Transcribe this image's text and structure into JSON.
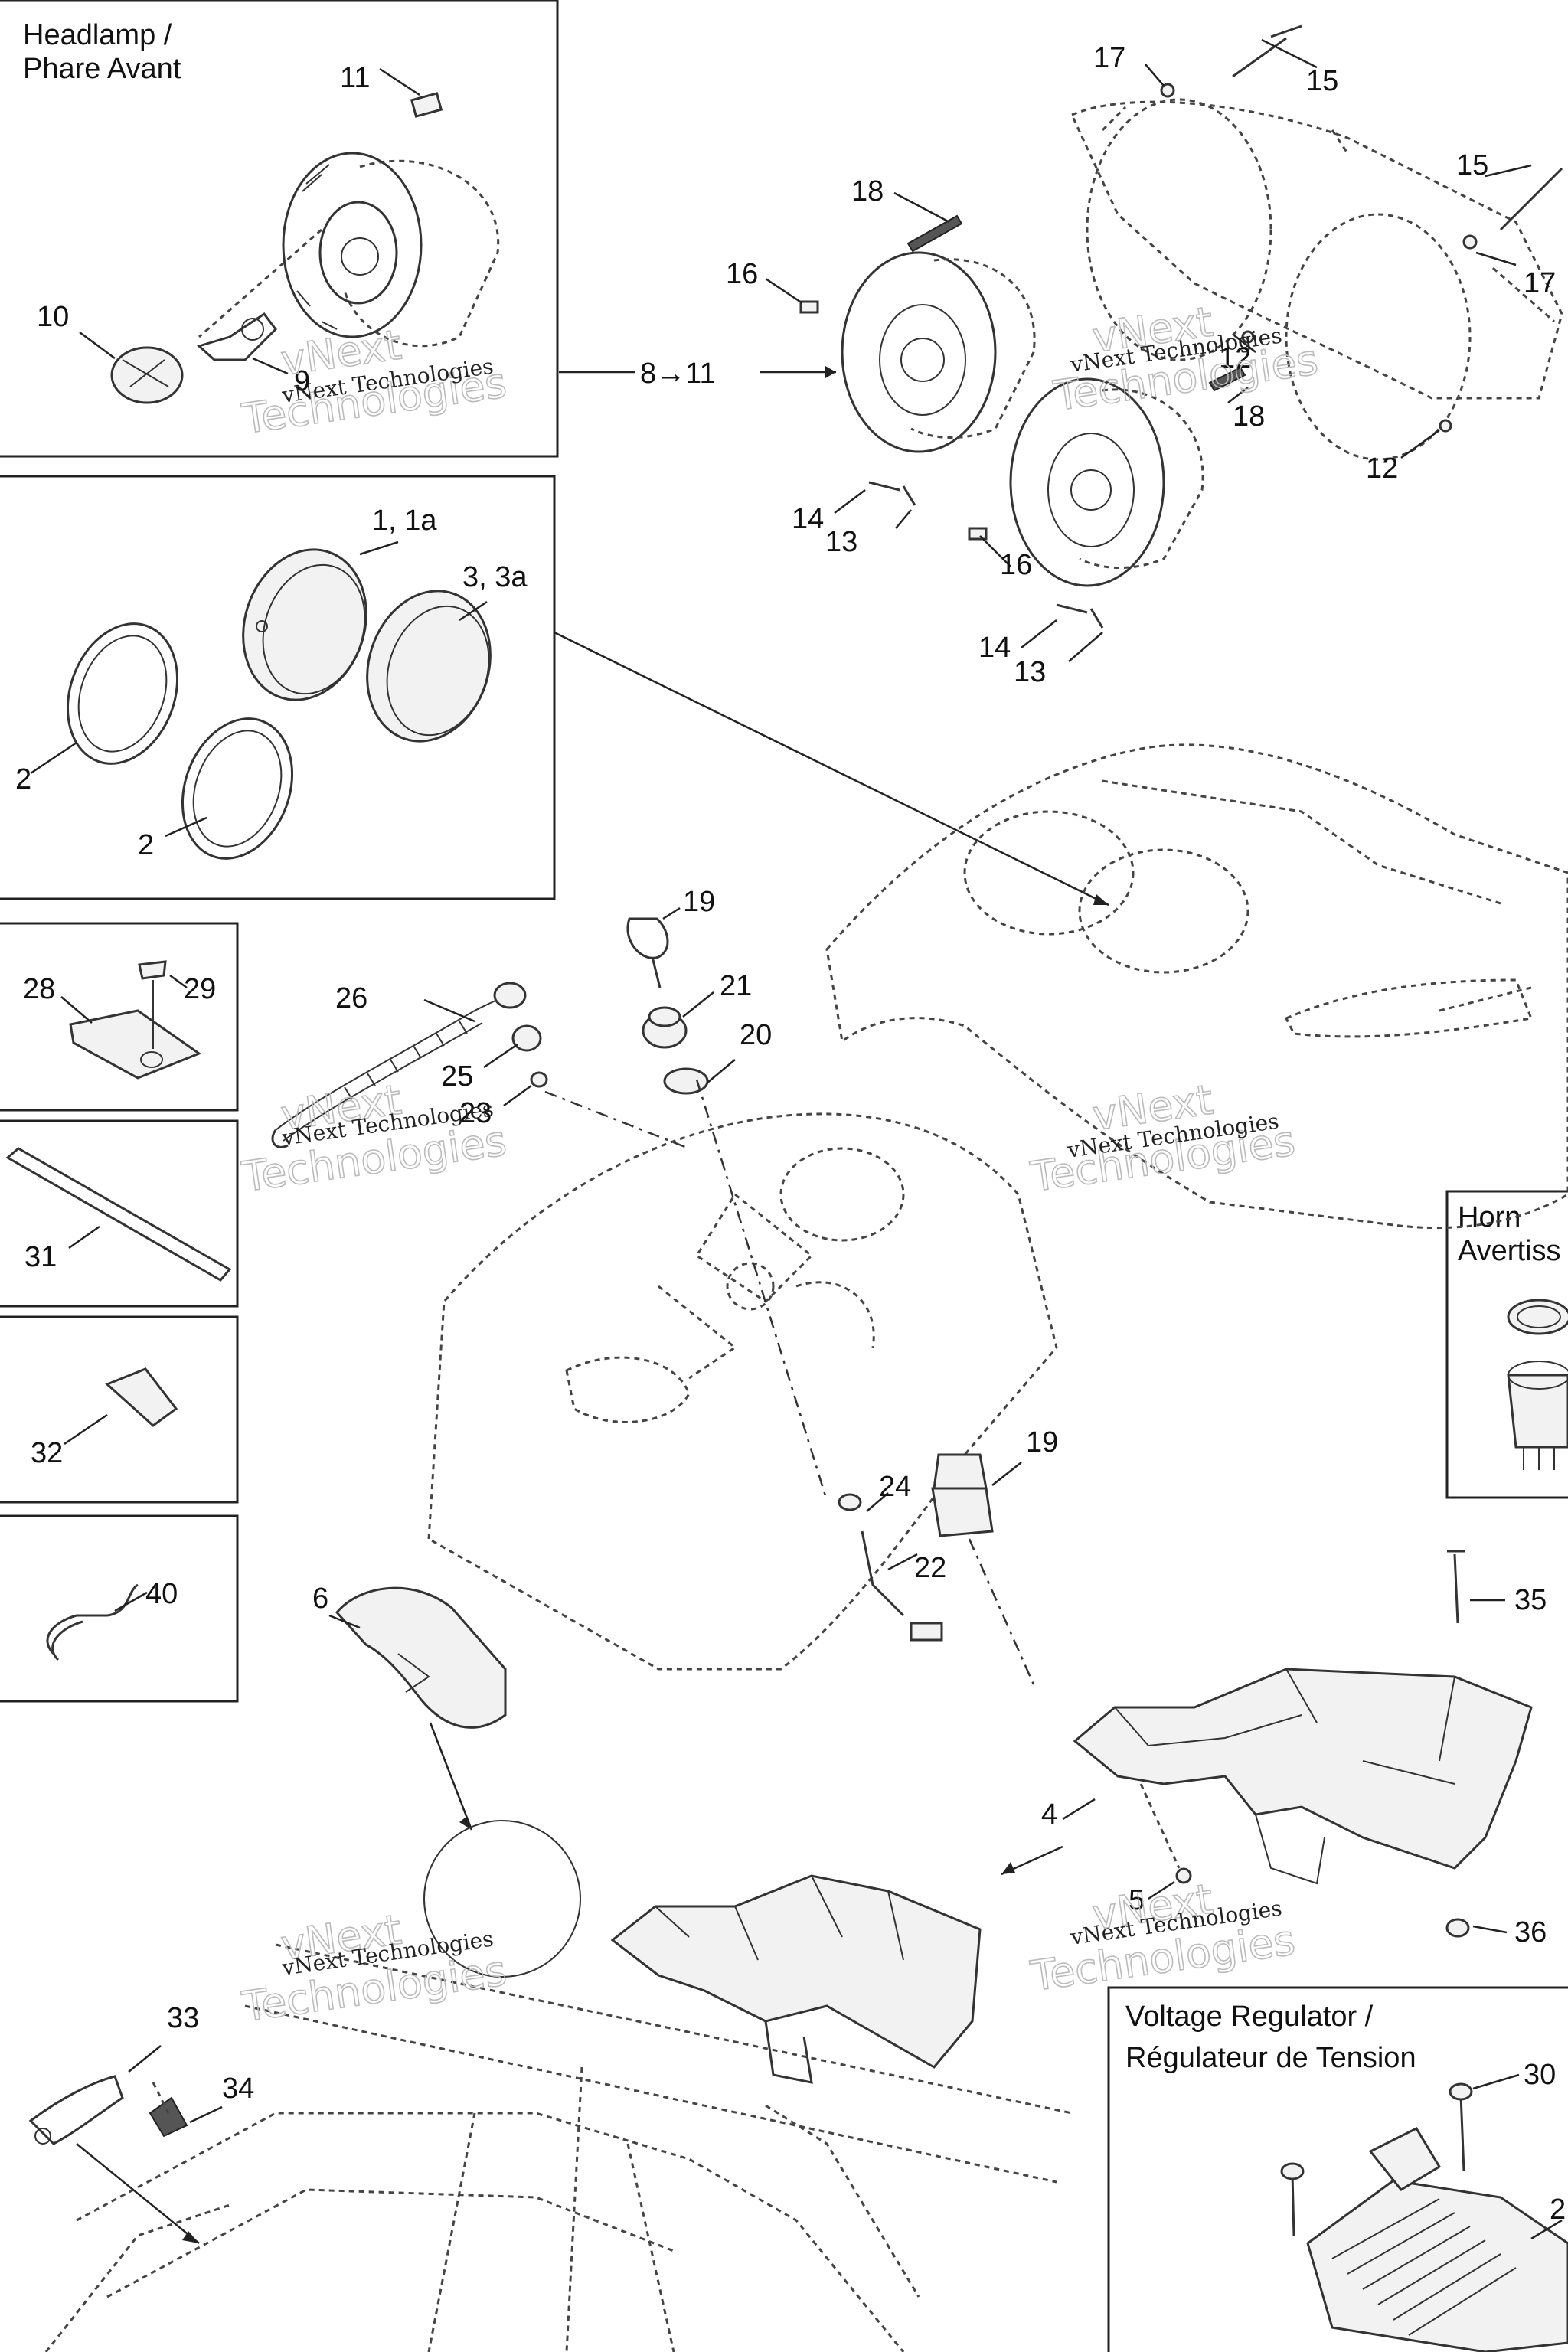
{
  "panels": {
    "headlamp": {
      "title_line1": "Headlamp /",
      "title_line2": "Phare Avant",
      "callout": "8→11"
    },
    "horn": {
      "title_line1": "Horn",
      "title_line2": "Avertiss"
    },
    "voltage_regulator": {
      "title_line1": "Voltage Regulator /",
      "title_line2": "Régulateur de Tension"
    }
  },
  "watermark": {
    "line1": "vNext Technologies",
    "line2": "vNext",
    "line3": "Technologies"
  },
  "part_numbers": {
    "p1": "1, 1a",
    "p2": "2",
    "p3": "3, 3a",
    "p4": "4",
    "p5": "5",
    "p6": "6",
    "p9": "9",
    "p10": "10",
    "p11": "11",
    "p12": "12",
    "p13": "13",
    "p14": "14",
    "p15": "15",
    "p16": "16",
    "p17": "17",
    "p18": "18",
    "p19": "19",
    "p20": "20",
    "p21": "21",
    "p22": "22",
    "p23": "23",
    "p24": "24",
    "p25": "25",
    "p26": "26",
    "p28": "28",
    "p29": "29",
    "p30": "30",
    "p31": "31",
    "p32": "32",
    "p33": "33",
    "p34": "34",
    "p35": "35",
    "p36": "36",
    "p40": "40",
    "p2_partial": "2"
  },
  "colors": {
    "line": "#333333",
    "background": "#ffffff",
    "watermark": "#bbbbbb"
  }
}
